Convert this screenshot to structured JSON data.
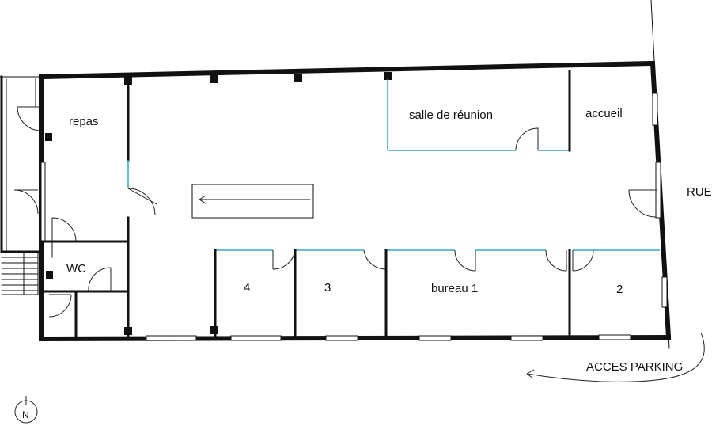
{
  "rooms": {
    "repas": "repas",
    "salle_reunion": "salle de réunion",
    "accueil": "accueil",
    "wc": "WC",
    "office_4": "4",
    "office_3": "3",
    "bureau_1": "bureau 1",
    "office_2": "2"
  },
  "street_label": "RUE",
  "parking_label": "ACCES PARKING",
  "compass_label": "N",
  "colors": {
    "wall": "#111111",
    "glass_partition": "#3aa3c9",
    "background": "#ffffff"
  }
}
